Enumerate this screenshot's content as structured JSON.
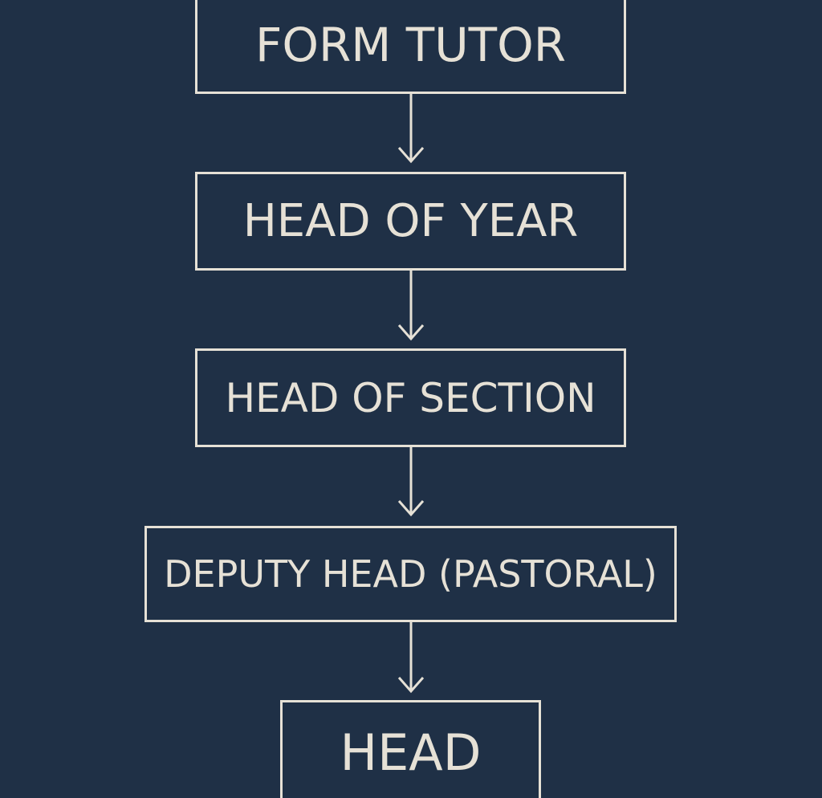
{
  "diagram": {
    "type": "flowchart",
    "direction": "top-to-bottom",
    "colors": {
      "background": "#1f3046",
      "stroke": "#e6e1d6",
      "text": "#e6e1d6"
    },
    "nodes": [
      {
        "id": "n0",
        "label": "FORM TUTOR"
      },
      {
        "id": "n1",
        "label": "HEAD OF YEAR"
      },
      {
        "id": "n2",
        "label": "HEAD OF SECTION"
      },
      {
        "id": "n3",
        "label": "DEPUTY HEAD (PASTORAL)"
      },
      {
        "id": "n4",
        "label": "HEAD"
      }
    ],
    "edges": [
      {
        "from": "n0",
        "to": "n1"
      },
      {
        "from": "n1",
        "to": "n2"
      },
      {
        "from": "n2",
        "to": "n3"
      },
      {
        "from": "n3",
        "to": "n4"
      }
    ]
  }
}
